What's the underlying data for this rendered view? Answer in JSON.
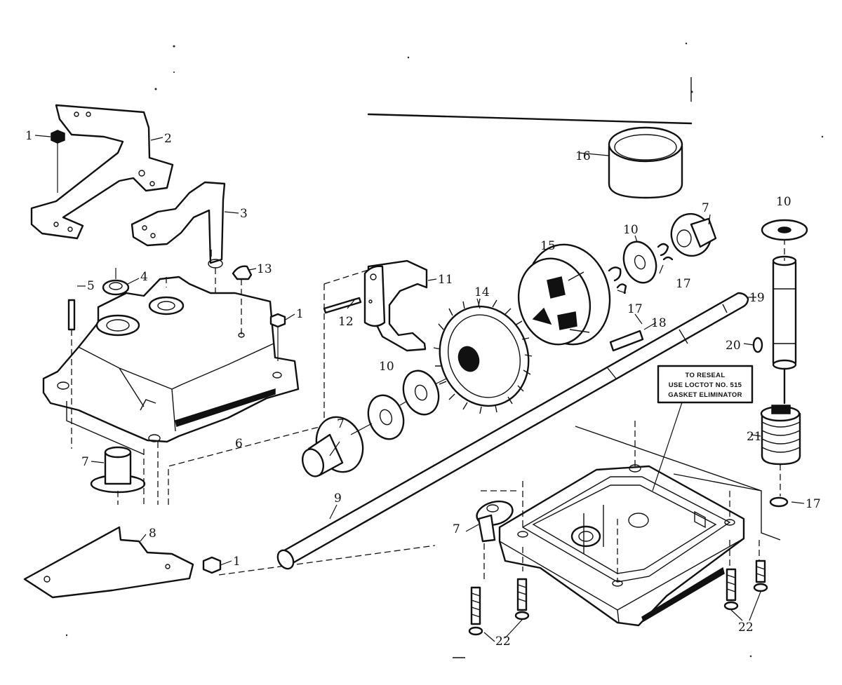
{
  "callouts": {
    "c1a": "1",
    "c1b": "1",
    "c1c": "1",
    "c2": "2",
    "c3": "3",
    "c4": "4",
    "c5": "5",
    "c6": "6",
    "c7a": "7",
    "c7b": "7",
    "c7c": "7",
    "c7d": "7",
    "c8": "8",
    "c9": "9",
    "c10a": "10",
    "c10b": "10",
    "c10c": "10",
    "c11": "11",
    "c12": "12",
    "c13": "13",
    "c14": "14",
    "c15": "15",
    "c16": "16",
    "c17a": "17",
    "c17b": "17",
    "c17c": "17",
    "c18": "18",
    "c19": "19",
    "c20": "20",
    "c21": "21",
    "c22a": "22",
    "c22b": "22"
  },
  "reseal_note": {
    "line1": "TO RESEAL",
    "line2": "USE LOCTOT NO. 515",
    "line3": "GASKET ELIMINATOR"
  }
}
